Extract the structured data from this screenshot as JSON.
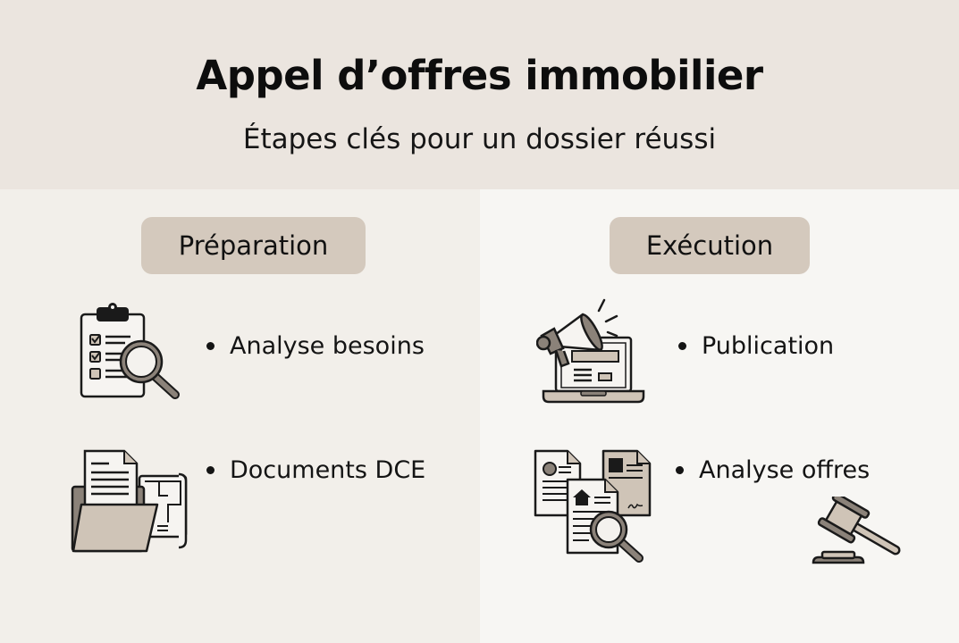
{
  "header": {
    "title": "Appel d’offres immobilier",
    "subtitle": "Étapes clés pour un dossier réussi"
  },
  "sections": [
    {
      "label": "Préparation",
      "items": [
        {
          "label": "Analyse besoins",
          "icon": "clipboard-checklist-magnifier-icon"
        },
        {
          "label": "Documents DCE",
          "icon": "folder-documents-blueprint-icon"
        }
      ]
    },
    {
      "label": "Exécution",
      "items": [
        {
          "label": "Publication",
          "icon": "megaphone-laptop-icon"
        },
        {
          "label": "Analyse offres",
          "icon": "documents-magnifier-icon"
        }
      ],
      "extra_icon": "gavel-icon"
    }
  ],
  "colors": {
    "header_bg": "#ebe5df",
    "left_panel_bg": "#f2efea",
    "right_panel_bg": "#f7f6f3",
    "pill_bg": "#d4c9bd",
    "icon_fill_taupe": "#cfc4b7",
    "icon_fill_dark": "#8b8279",
    "icon_stroke": "#1a1a1a"
  }
}
